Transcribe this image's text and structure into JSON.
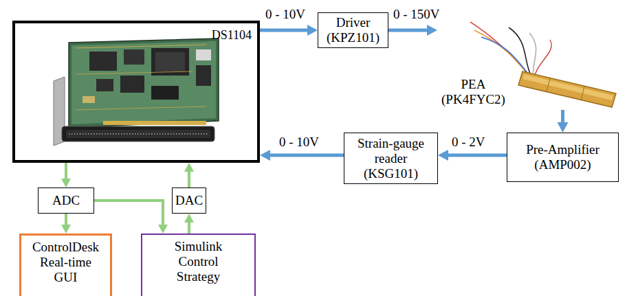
{
  "diagram": {
    "nodes": [
      {
        "text": [
          "DS1104"
        ]
      },
      {
        "text": [
          "Driver (KPZ101)"
        ]
      },
      {
        "text": [
          "PEA (PK4FYC2)"
        ]
      },
      {
        "text": [
          "Strain-gauge reader (KSG101)"
        ]
      },
      {
        "text": [
          "Pre-Amplifier (AMP002)"
        ]
      },
      {
        "text": [
          "ADC"
        ]
      },
      {
        "text": [
          "DAC"
        ]
      },
      {
        "text": [
          "ControlDesk Real-time GUI"
        ]
      },
      {
        "text": [
          "Simulink Control Strategy"
        ]
      }
    ],
    "edges": [
      {
        "from": 0,
        "to": 1,
        "label": "0 - 10V",
        "arrow": "to"
      },
      {
        "from": 1,
        "to": 2,
        "label": "0 - 150V",
        "arrow": "to"
      },
      {
        "from": 2,
        "to": 4,
        "arrow": "to"
      },
      {
        "from": 4,
        "to": 3,
        "label": "0 - 2V",
        "arrow": "to"
      },
      {
        "from": 3,
        "to": 0,
        "label": "0 - 10V",
        "arrow": "to"
      },
      {
        "from": 0,
        "to": 5,
        "arrow": "to"
      },
      {
        "from": 6,
        "to": 0,
        "arrow": "to"
      },
      {
        "from": 5,
        "to": 7,
        "arrow": "to"
      },
      {
        "from": 5,
        "to": 8,
        "arrow": "to"
      },
      {
        "from": 8,
        "to": 6,
        "arrow": "to"
      }
    ]
  }
}
